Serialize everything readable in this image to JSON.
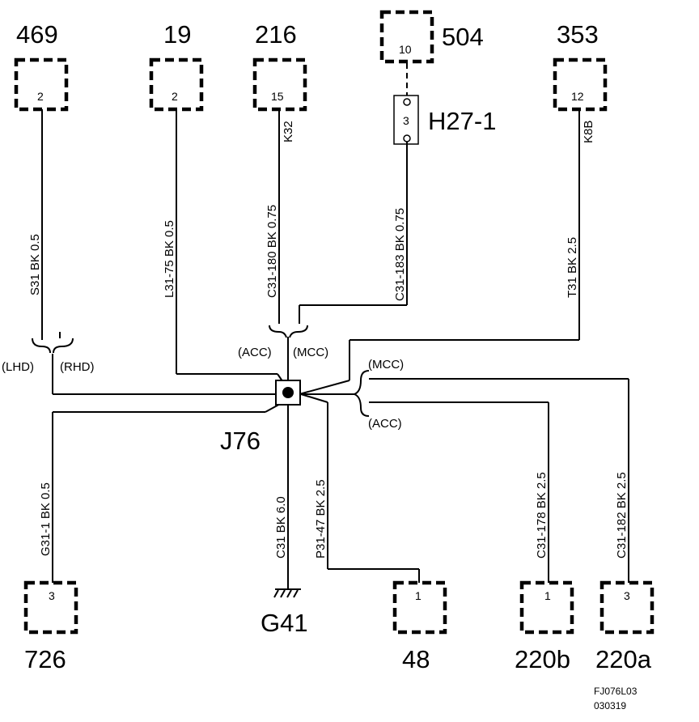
{
  "connectors": {
    "c469": {
      "label": "469",
      "pin": "2"
    },
    "c19": {
      "label": "19",
      "pin": "2"
    },
    "c216": {
      "label": "216",
      "pin": "15"
    },
    "c504": {
      "label": "504",
      "pin": "10"
    },
    "c353": {
      "label": "353",
      "pin": "12"
    },
    "c726": {
      "label": "726",
      "pin": "3"
    },
    "c48": {
      "label": "48",
      "pin": "1"
    },
    "c220b": {
      "label": "220b",
      "pin": "1"
    },
    "c220a": {
      "label": "220a",
      "pin": "3"
    }
  },
  "h27": {
    "label": "H27-1",
    "pin": "3"
  },
  "splice": {
    "label": "J76"
  },
  "ground": {
    "label": "G41"
  },
  "wires": {
    "s31": "S31  BK  0.5",
    "l31_75": "L31-75  BK  0.5",
    "c31_180": "C31-180  BK  0.75",
    "k32": "K32",
    "c31_183": "C31-183  BK  0.75",
    "t31": "T31  BK  2.5",
    "k8b": "K8B",
    "g31_1": "G31-1  BK  0.5",
    "c31": "C31  BK  6.0",
    "p31_47": "P31-47  BK  2.5",
    "c31_178": "C31-178  BK  2.5",
    "c31_182": "C31-182  BK  2.5"
  },
  "brackets": {
    "lhd": "(LHD)",
    "rhd": "(RHD)",
    "acc_top": "(ACC)",
    "mcc_top": "(MCC)",
    "mcc_right": "(MCC)",
    "acc_right": "(ACC)"
  },
  "figure": {
    "code": "FJ076L03",
    "date": "030319"
  }
}
